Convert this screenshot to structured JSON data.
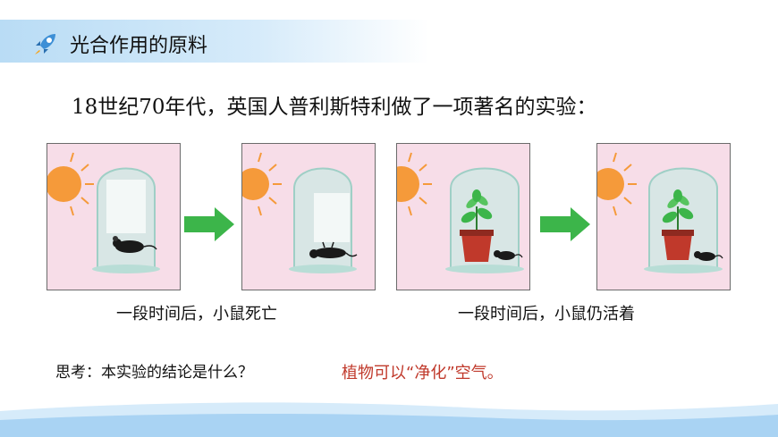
{
  "header": {
    "title": "光合作用的原料",
    "icon": "rocket-icon"
  },
  "intro": "18世纪70年代，英国人普利斯特利做了一项著名的实验：",
  "experiments": [
    {
      "caption": "一段时间后，小鼠死亡"
    },
    {
      "caption": "一段时间后，小鼠仍活着"
    }
  ],
  "question": "思考：本实验的结论是什么？",
  "answer": "植物可以“净化”空气。",
  "colors": {
    "panel_bg": "#f7dde8",
    "arrow": "#3cb54a",
    "sun": "#f59a3a",
    "answer": "#c0392b",
    "title_band": "#b9dcf5"
  }
}
